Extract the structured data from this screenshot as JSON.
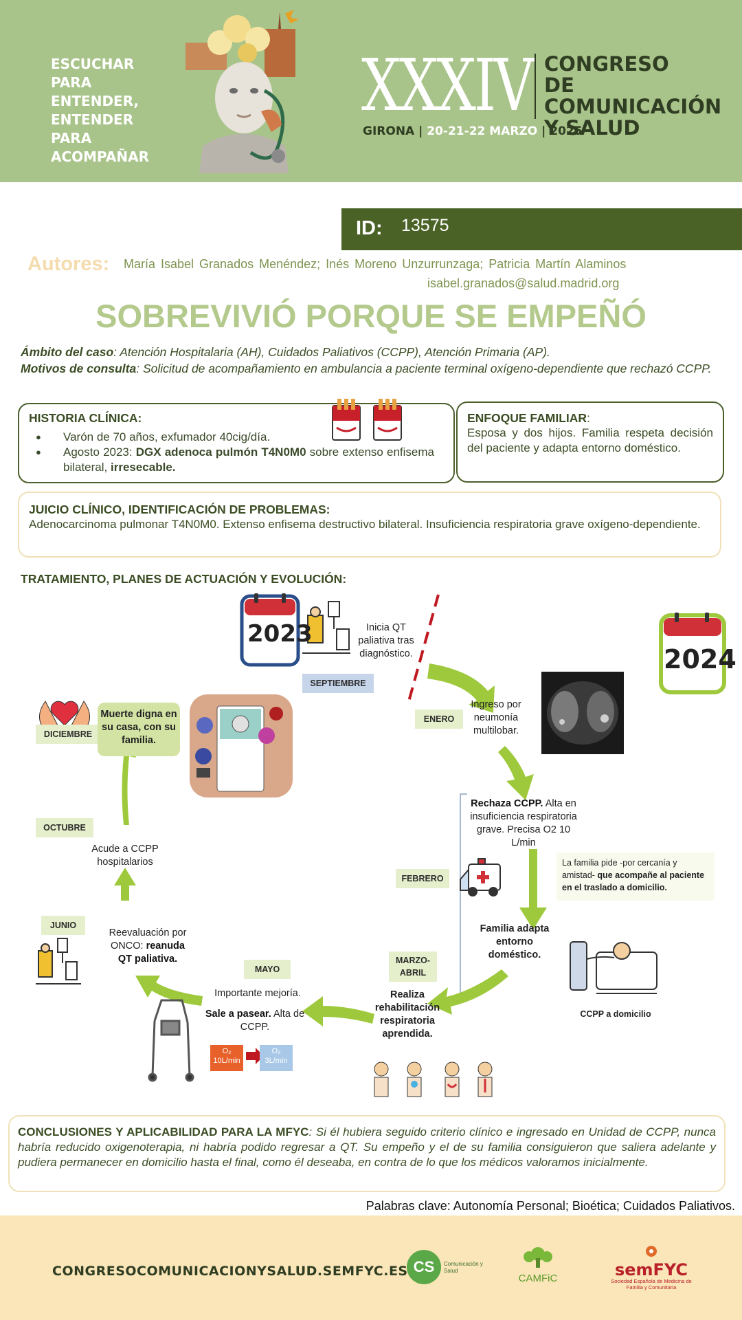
{
  "header": {
    "slogan": "Escuchar para entender, entender para acompañar",
    "roman": "XXXIV",
    "congreso": "CONGRESO DE COMUNICACIÓN Y SALUD",
    "city": "GIRONA",
    "dates": "20-21-22 MARZO",
    "year": "2025"
  },
  "id": {
    "label": "ID:",
    "value": "13575"
  },
  "authors": {
    "label": "Autores:",
    "names": "María Isabel Granados Menéndez; Inés Moreno Unzurrunzaga;  Patricia Martín Alaminos",
    "email": "isabel.granados@salud.madrid.org"
  },
  "title": "SOBREVIVIÓ PORQUE SE EMPEÑÓ",
  "scope": {
    "ambito_label": "Ámbito del caso",
    "ambito": ": Atención Hospitalaria (AH), Cuidados Paliativos (CCPP), Atención Primaria (AP).",
    "motivo_label": "Motivos de consulta",
    "motivo": ": Solicitud de acompañamiento en ambulancia a paciente terminal oxígeno-dependiente que rechazó CCPP."
  },
  "historia": {
    "heading": "HISTORIA CLÍNICA:",
    "item1": "Varón de 70 años, exfumador 40cig/día.",
    "item2_a": "Agosto 2023: ",
    "item2_b": "DGX adenoca pulmón T4N0M0",
    "item2_c": " sobre extenso enfisema bilateral, ",
    "item2_d": "irresecable."
  },
  "familiar": {
    "heading": "ENFOQUE FAMILIAR",
    "colon": ":",
    "text": "Esposa y dos hijos. Familia respeta decisión del paciente y adapta entorno doméstico."
  },
  "juicio": {
    "heading": "JUICIO CLÍNICO, IDENTIFICACIÓN DE PROBLEMAS:",
    "text": "Adenocarcinoma pulmonar T4N0M0. Extenso enfisema destructivo bilateral. Insuficiencia respiratoria grave oxígeno-dependiente."
  },
  "tratamiento": {
    "heading": "TRATAMIENTO, PLANES DE ACTUACIÓN Y EVOLUCIÓN:",
    "cal_2023": "2023",
    "cal_2024": "2024",
    "septiembre": "SEPTIEMBRE",
    "qt": "Inicia QT paliativa tras diagnóstico.",
    "enero": "ENERO",
    "ingreso": "Ingreso por neumonía multilobar.",
    "rechaza_b": "Rechaza CCPP.",
    "rechaza": " Alta en insuficiencia respiratoria grave. Precisa O2 10 L/min",
    "febrero": "FEBRERO",
    "familia_pide": "La familia pide -por cercanía y amistad-",
    "familia_pide_b": "que acompañe al paciente en el traslado a domicilio.",
    "familia_adapta": "Familia adapta entorno doméstico.",
    "ccpp_domicilio": "CCPP a domicilio",
    "marzo": "MARZO-ABRIL",
    "rehab": "Realiza rehabilitación respiratoria aprendida.",
    "mayo": "MAYO",
    "mejoria": "Importante mejoría.",
    "pasear_b": "Sale a pasear.",
    "pasear": " Alta de CCPP.",
    "o2_from_top": "O₂",
    "o2_from_bottom": "10L/min",
    "o2_to_top": "O₂",
    "o2_to_bottom": "3L/min",
    "junio": "JUNIO",
    "reeval": "Reevaluación por ONCO: ",
    "reeval_b": "reanuda QT paliativa.",
    "octubre": "OCTUBRE",
    "acude": "Acude a CCPP hospitalarios",
    "diciembre": "DICIEMBRE",
    "muerte": "Muerte digna en su casa, con su familia."
  },
  "conclusiones": {
    "heading": "CONCLUSIONES Y APLICABILIDAD PARA LA MFYC",
    "text": ": Si él hubiera seguido criterio clínico e ingresado en Unidad de CCPP, nunca habría reducido oxigenoterapia, ni habría podido regresar a QT. Su empeño y el de su familia consiguieron que saliera adelante y pudiera permanecer en domicilio hasta el final, como él deseaba, en contra de lo que los médicos valoramos inicialmente."
  },
  "keywords": "Palabras clave: Autonomía Personal; Bioética; Cuidados Paliativos.",
  "footer": {
    "site": "CONGRESOCOMUNICACIONYSALUD.SEMFYC.ES",
    "logo1_mark": "CS",
    "logo1_text": "Comunicación y Salud",
    "logo2": "CAMFiC",
    "logo3": "semFYC",
    "logo3_sub": "Sociedad Española de Medicina de Familia y Comunitaria"
  },
  "colors": {
    "header_bg": "#a9c48a",
    "dark_green": "#4a6226",
    "footer_bg": "#fbe6b9",
    "arrow_green": "#9ec93c"
  }
}
